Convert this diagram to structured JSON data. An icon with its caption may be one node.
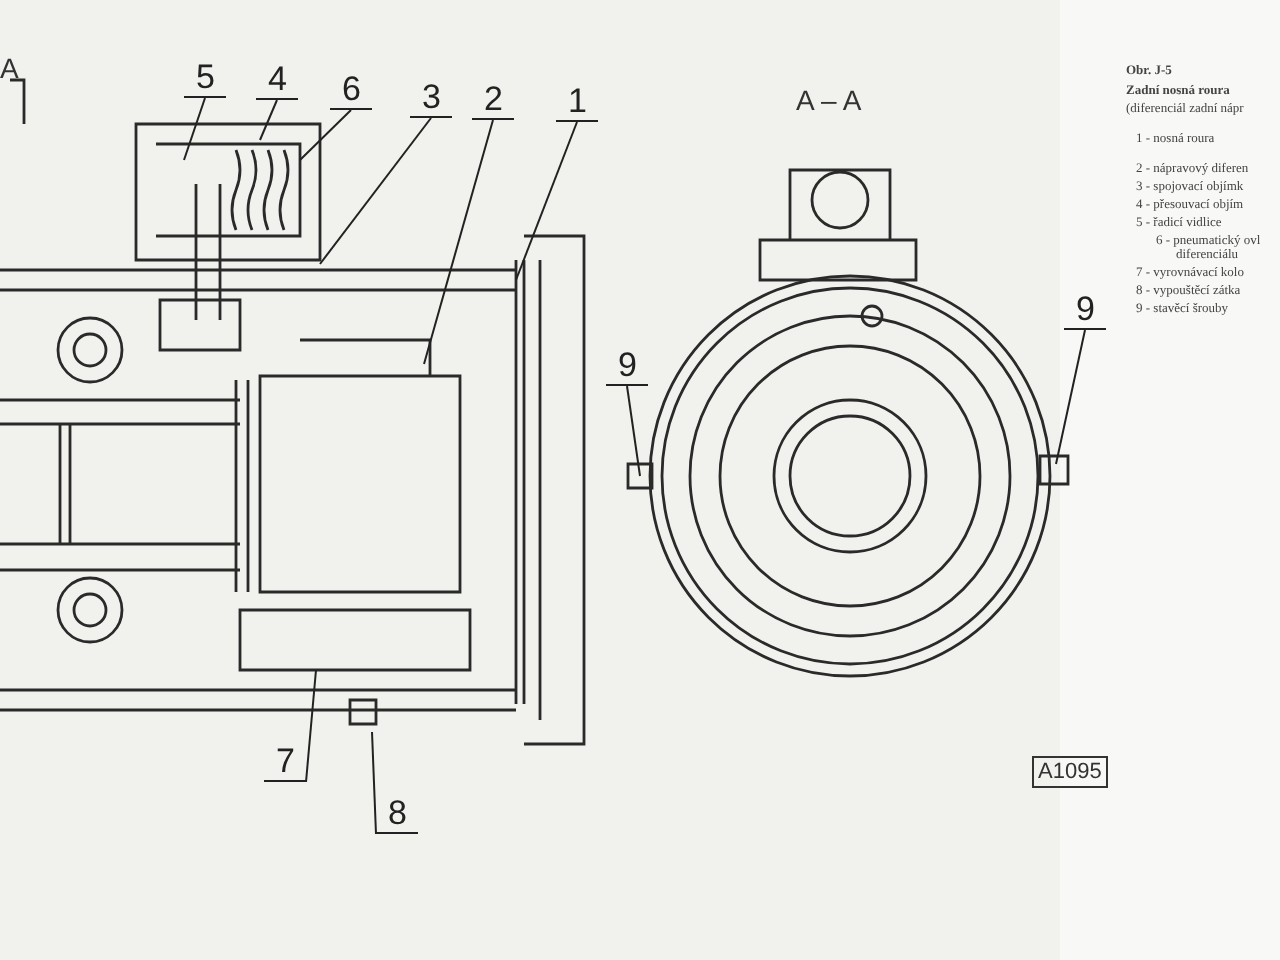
{
  "diagram": {
    "caption": "Obr. J-5",
    "nodes": [
      {
        "text": [
          "5"
        ]
      },
      {
        "text": [
          "4"
        ]
      },
      {
        "text": [
          "6"
        ]
      },
      {
        "text": [
          "3"
        ]
      },
      {
        "text": [
          "2"
        ]
      },
      {
        "text": [
          "1"
        ]
      },
      {
        "text": [
          "7"
        ]
      },
      {
        "text": [
          "8"
        ]
      },
      {
        "text": [
          "9"
        ]
      },
      {
        "text": [
          "9"
        ]
      }
    ],
    "edges": [
      {
        "from": 0,
        "to": null,
        "arrow": "none"
      },
      {
        "from": 1,
        "to": null,
        "arrow": "none"
      },
      {
        "from": 2,
        "to": null,
        "arrow": "none"
      },
      {
        "from": 3,
        "to": null,
        "arrow": "none"
      },
      {
        "from": 4,
        "to": null,
        "arrow": "none"
      },
      {
        "from": 5,
        "to": null,
        "arrow": "none"
      },
      {
        "from": 6,
        "to": null,
        "arrow": "none"
      },
      {
        "from": 7,
        "to": null,
        "arrow": "none"
      },
      {
        "from": 8,
        "to": null,
        "arrow": "none"
      },
      {
        "from": 9,
        "to": null,
        "arrow": "none"
      }
    ],
    "labels": [
      "A",
      "A – A",
      "Zadní nosná roura",
      "(diferenciál zadní nápr",
      "1 - nosná roura",
      "2 - nápravový diferen",
      "3 - spojovací objímk",
      "4 - přesouvací objím",
      "5 - řadicí vidlice",
      "6 - pneumatický ovl diferenciálu",
      "7 - vyrovnávací kolo",
      "8 - vypouštěcí zátka",
      "9 - stavěcí šrouby",
      "A1095"
    ]
  }
}
